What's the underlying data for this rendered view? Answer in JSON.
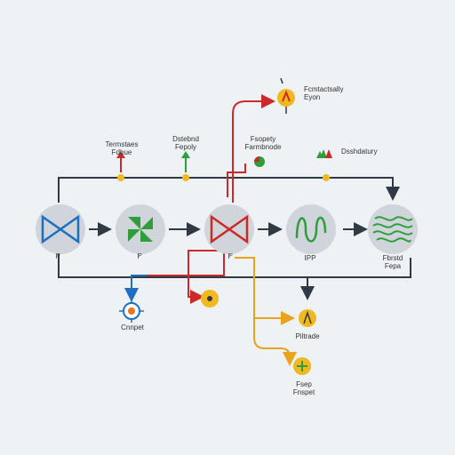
{
  "colors": {
    "background": "#eef2f5",
    "node_fill": "#cfd5da",
    "line_dark": "#2f3a44",
    "red": "#cc2a2a",
    "blue": "#1e6fc2",
    "green": "#2f9e3a",
    "yellow": "#f2b81f",
    "gold": "#e8a41a"
  },
  "nodes": [
    {
      "icon": "bowtie-icon",
      "label": "Iᴾ"
    },
    {
      "icon": "pinwheel-icon",
      "label": "Iᴾ"
    },
    {
      "icon": "bowtie-red-icon",
      "label": "Iᴾ"
    },
    {
      "icon": "wave-icon",
      "label": "IPP"
    },
    {
      "icon": "multi-wave-icon",
      "label": "Fbrstd Fepa"
    }
  ],
  "top_labels": [
    {
      "line1": "Termstaes",
      "line2": "Fdbue"
    },
    {
      "line1": "Dstebnd",
      "line2": "Fepoly"
    },
    {
      "line1": "Fsopety",
      "line2": "Farmbnode"
    },
    {
      "line1": "Dsshdatury",
      "line2": ""
    }
  ],
  "top_right_label": {
    "line1": "Fcmtactsally",
    "line2": "Eyon"
  },
  "bottom_labels": [
    {
      "text": "Cnnpet"
    },
    {
      "text": "Piltrade"
    },
    {
      "text": "Fsep",
      "text2": "Fnspet"
    }
  ]
}
